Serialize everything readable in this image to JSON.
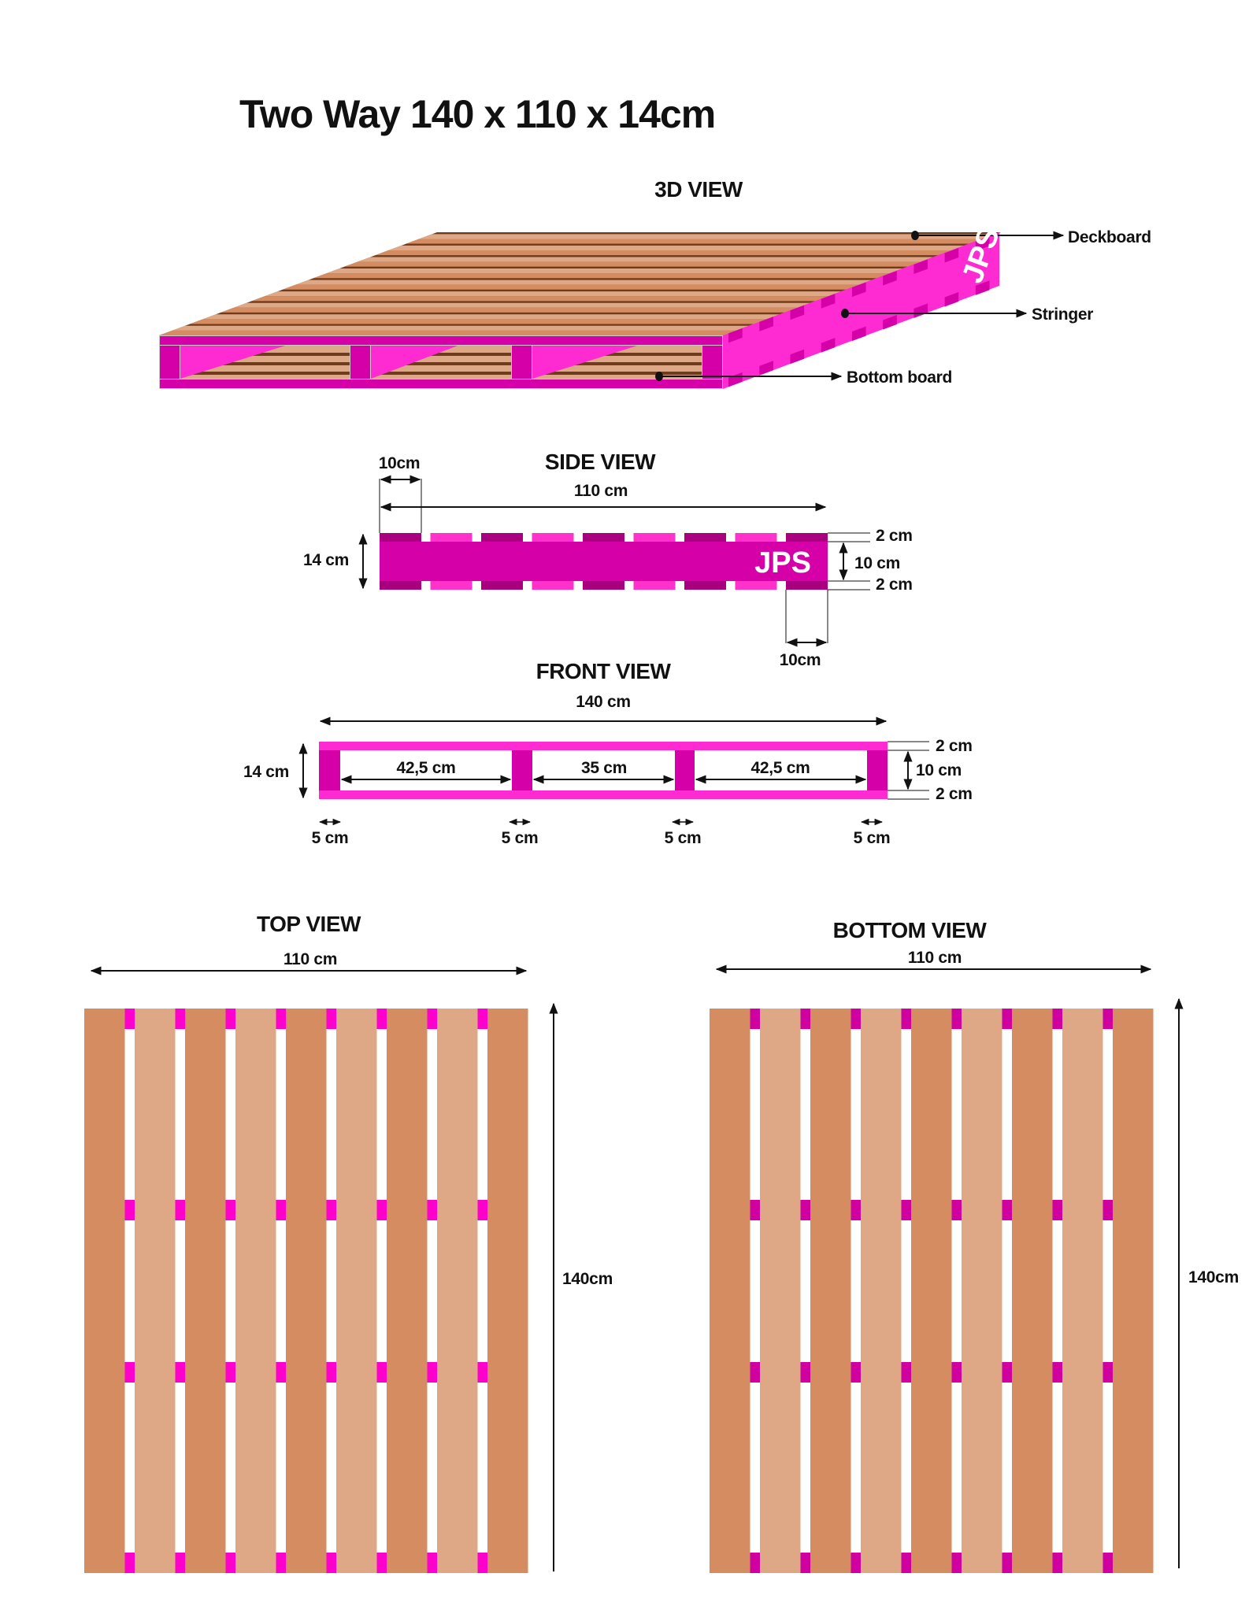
{
  "title": "Two Way 140 x 110 x 14cm",
  "brand": "JPS",
  "colors": {
    "wood_dark": "#d48c60",
    "wood_light": "#dea886",
    "wood_line": "#6e3b1c",
    "magenta_bright": "#ff2bd2",
    "magenta_mid": "#d600a8",
    "magenta_dark": "#a8007f",
    "stub_top": "#ff00cc",
    "stub_bottom": "#d000a0"
  },
  "view_3d": {
    "heading": "3D VIEW",
    "callouts": {
      "deckboard": "Deckboard",
      "stringer": "Stringer",
      "bottom_board": "Bottom board"
    },
    "deckboard_count": 9
  },
  "side_view": {
    "heading": "SIDE VIEW",
    "block_width_top": "10cm",
    "length": "110 cm",
    "height": "14 cm",
    "top_board": "2 cm",
    "stringer": "10 cm",
    "bottom_board": "2 cm",
    "block_width_bottom": "10cm",
    "board_count": 9
  },
  "front_view": {
    "heading": "FRONT VIEW",
    "length": "140 cm",
    "height": "14 cm",
    "openings": [
      "42,5 cm",
      "35 cm",
      "42,5 cm"
    ],
    "top_board": "2 cm",
    "stringer": "10 cm",
    "bottom_board": "2 cm",
    "block_widths": [
      "5 cm",
      "5 cm",
      "5 cm",
      "5 cm"
    ]
  },
  "top_view": {
    "heading": "TOP VIEW",
    "width": "110 cm",
    "length": "140cm",
    "board_count": 9
  },
  "bottom_view": {
    "heading": "BOTTOM VIEW",
    "width": "110 cm",
    "length": "140cm",
    "board_count": 9
  }
}
